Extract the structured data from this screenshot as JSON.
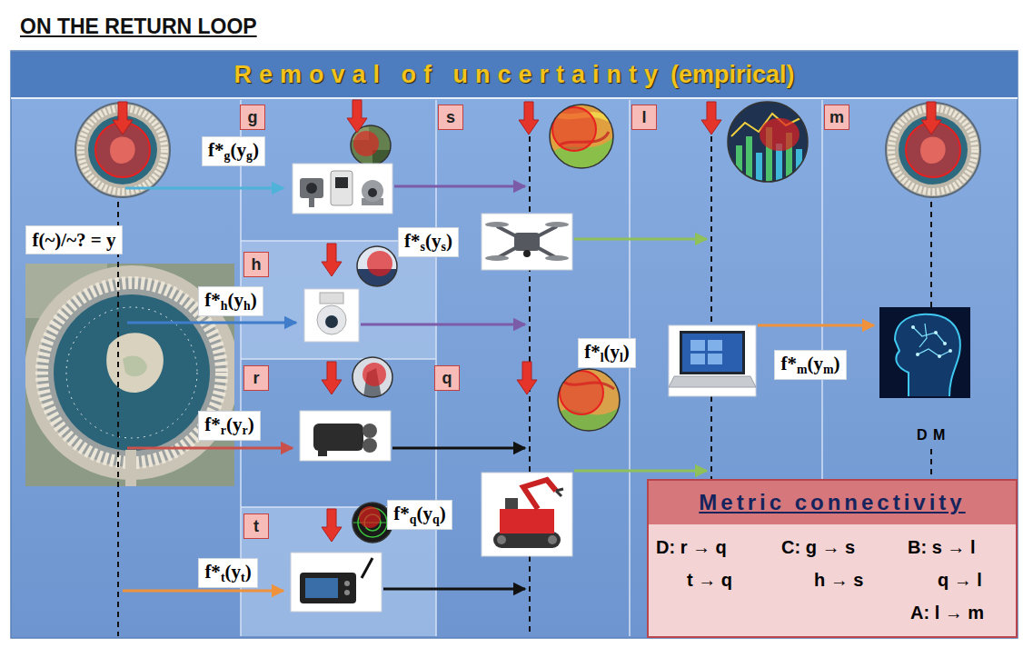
{
  "diagram": {
    "title": "ON THE RETURN LOOP",
    "nodes": [
      {
        "text": [
          "Removal of uncertainty",
          "(empirical)"
        ]
      },
      {
        "text": [
          "g"
        ]
      },
      {
        "text": [
          "s"
        ]
      },
      {
        "text": [
          "l"
        ]
      },
      {
        "text": [
          "m"
        ]
      },
      {
        "text": [
          "f*g(yg)"
        ]
      },
      {
        "text": [
          "f(~)/~? = y"
        ]
      },
      {
        "text": [
          "h"
        ]
      },
      {
        "text": [
          "f*s(ys)"
        ]
      },
      {
        "text": [
          "f*h(yh)"
        ]
      },
      {
        "text": [
          "r"
        ]
      },
      {
        "text": [
          "q"
        ]
      },
      {
        "text": [
          "f*l(yl)"
        ]
      },
      {
        "text": [
          "f*m(ym)"
        ]
      },
      {
        "text": [
          "f*r(yr)"
        ]
      },
      {
        "text": [
          "f*q(yq)"
        ]
      },
      {
        "text": [
          "t"
        ]
      },
      {
        "text": [
          "f*t(yt)"
        ]
      },
      {
        "text": [
          "Metric connectivity",
          "D: r → q",
          "t → q",
          "C: g → s",
          "h → s",
          "B: s → l",
          "q → l",
          "A: l → m"
        ]
      }
    ],
    "labels": [
      "D M"
    ]
  }
}
